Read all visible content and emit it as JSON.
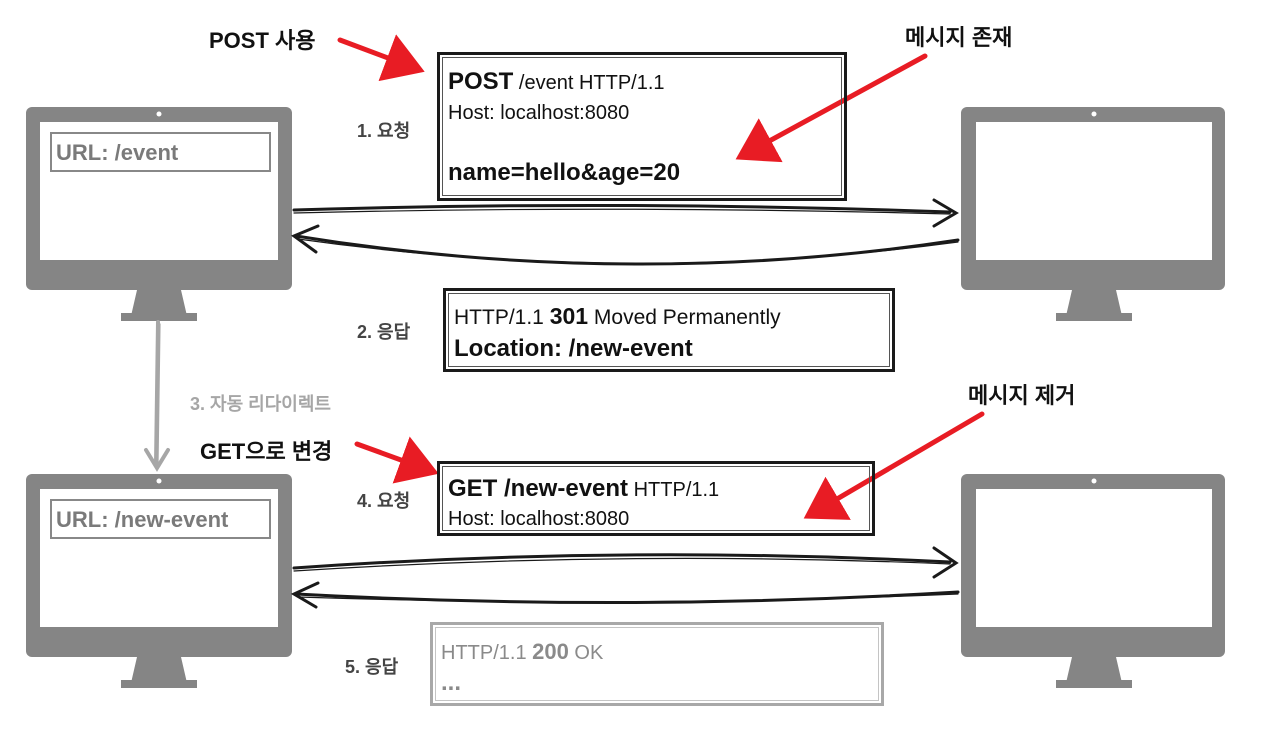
{
  "annotations": {
    "post_use": "POST 사용",
    "message_exists": "메시지 존재",
    "get_change": "GET으로 변경",
    "message_removed": "메시지 제거"
  },
  "steps": {
    "s1": "1. 요청",
    "s2": "2. 응답",
    "s3": "3. 자동 리다이렉트",
    "s4": "4. 요청",
    "s5": "5. 응답"
  },
  "clients": {
    "top_url": "URL: /event",
    "bottom_url": "URL: /new-event"
  },
  "request1": {
    "method": "POST",
    "line1_rest": " /event HTTP/1.1",
    "host": "Host: localhost:8080",
    "body": "name=hello&age=20"
  },
  "response1": {
    "prefix": "HTTP/1.1 ",
    "status": "301",
    "reason": " Moved Permanently",
    "location": "Location: /new-event"
  },
  "request2": {
    "method_path": "GET /new-event",
    "version": " HTTP/1.1",
    "host": "Host: localhost:8080"
  },
  "response2": {
    "prefix": "HTTP/1.1 ",
    "status": "200",
    "reason": " OK",
    "ellipsis": "..."
  },
  "colors": {
    "monitor": "#858585",
    "highlight_arrow": "#e81c24",
    "redirect_arrow": "#a6a6a6",
    "outline": "#1a1a1a"
  }
}
